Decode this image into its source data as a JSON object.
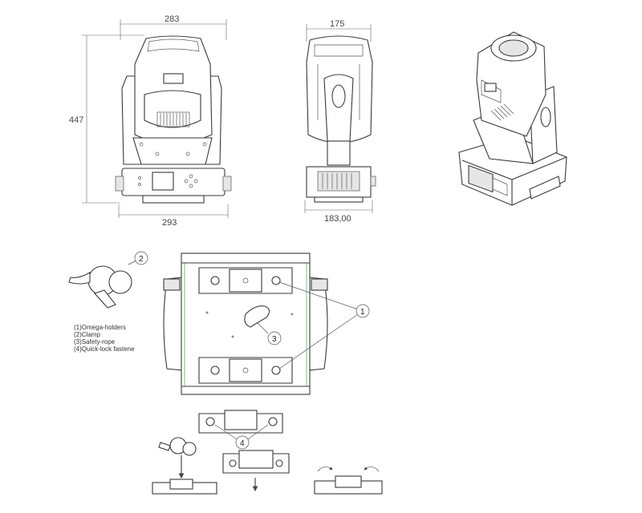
{
  "dimensions": {
    "front_top_width": "283",
    "front_height": "447",
    "front_base_width": "293",
    "side_top_depth": "175",
    "side_base_depth": "183,00"
  },
  "callouts": {
    "c1": "1",
    "c2": "2",
    "c3": "3",
    "c4": "4"
  },
  "legend": [
    "(1)Omega-holders",
    "(2)Clamp",
    "(3)Safety-rope",
    "(4)Quick-lock fastene"
  ],
  "colors": {
    "line": "#3a3a3a",
    "frame_highlight": "#7fbf7f"
  }
}
